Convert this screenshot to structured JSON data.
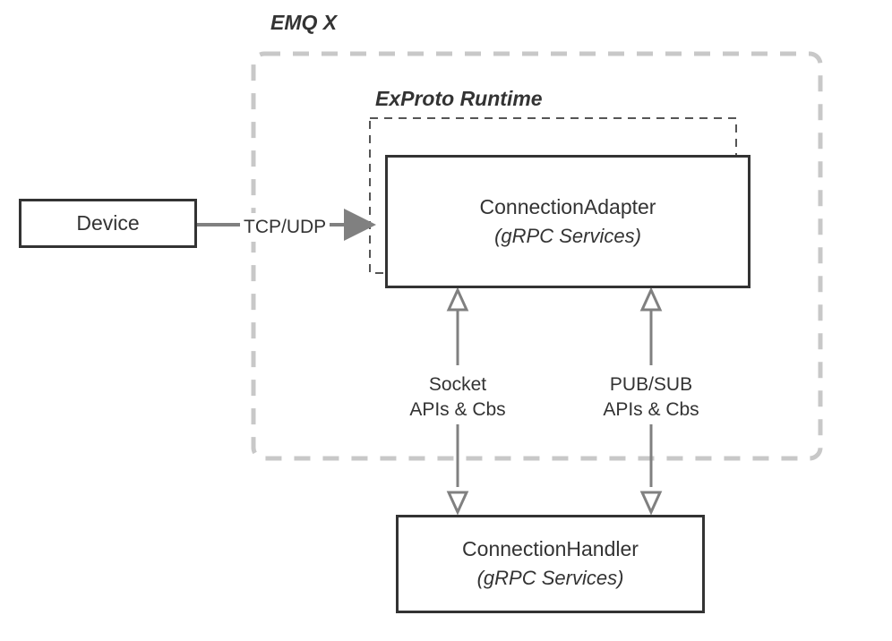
{
  "diagram": {
    "type": "architecture-block-diagram",
    "background": "#ffffff",
    "zones": [
      {
        "id": "emqx",
        "label": "EMQ X",
        "border_style": "dashed",
        "border_color": "#c8c8c8",
        "corner": "rounded"
      },
      {
        "id": "exproto",
        "label": "ExProto Runtime",
        "border_style": "dashed",
        "border_color": "#555555",
        "corner": "sharp"
      }
    ],
    "nodes": [
      {
        "id": "device",
        "title": "Device",
        "subtitle": "",
        "border_color": "#333333",
        "fill": "#ffffff"
      },
      {
        "id": "connection-adapter",
        "title": "ConnectionAdapter",
        "subtitle": "(gRPC Services)",
        "border_color": "#333333",
        "fill": "#ffffff"
      },
      {
        "id": "connection-handler",
        "title": "ConnectionHandler",
        "subtitle": "(gRPC Services)",
        "border_color": "#333333",
        "fill": "#ffffff"
      }
    ],
    "edges": [
      {
        "id": "device-to-adapter",
        "label": "TCP/UDP",
        "from": "device",
        "to": "connection-adapter",
        "arrow": "single-filled",
        "color": "#808080"
      },
      {
        "id": "socket-apis",
        "label_line1": "Socket",
        "label_line2": "APIs & Cbs",
        "from": "connection-adapter",
        "to": "connection-handler",
        "arrow": "double-hollow",
        "color": "#808080"
      },
      {
        "id": "pubsub-apis",
        "label_line1": "PUB/SUB",
        "label_line2": "APIs & Cbs",
        "from": "connection-adapter",
        "to": "connection-handler",
        "arrow": "double-hollow",
        "color": "#808080"
      }
    ]
  }
}
